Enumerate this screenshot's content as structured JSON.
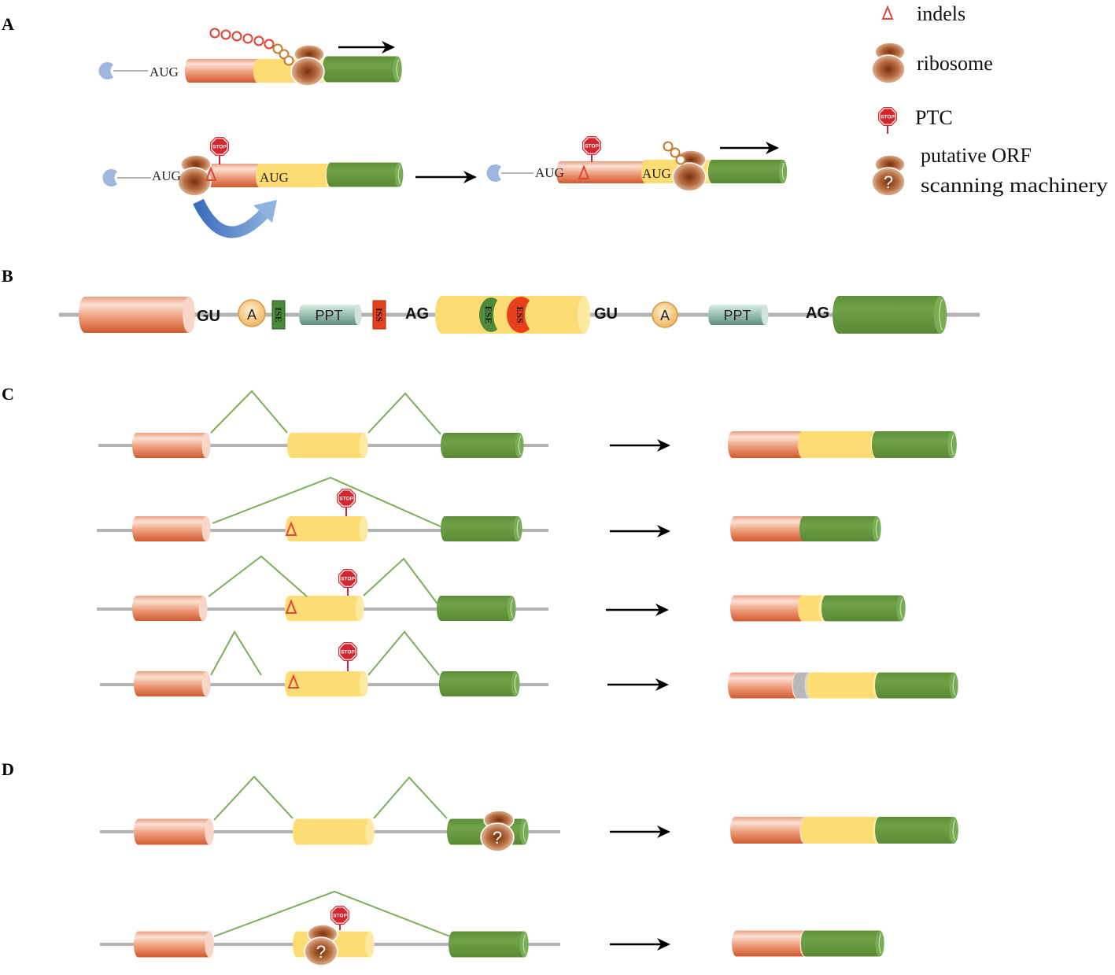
{
  "figure": {
    "panel_labels": {
      "a": "A",
      "b": "B",
      "c": "C",
      "d": "D"
    }
  },
  "panel_a": {
    "start_codon": "AUG"
  },
  "symbols": {
    "stop": "STOP",
    "unknown": "?"
  },
  "legend": {
    "indels": "indels",
    "ribosome": "ribosome",
    "ptc": "PTC",
    "scanning_line_1": "putative ORF",
    "scanning_line_2": "scanning machinery"
  },
  "panel_b": {
    "donor_site": "GU",
    "branch_point": "A",
    "intronic_enhancer": "ISE",
    "polypyrimidine_tract": "PPT",
    "intronic_silencer": "ISS",
    "acceptor_site": "AG",
    "exonic_enhancer": "ESE",
    "exonic_silencer": "ESS"
  },
  "colors": {
    "exon_upstream": "#e58a64",
    "exon_middle": "#fedc74",
    "exon_downstream": "#689a43",
    "intron_line": "#b3b3b3",
    "splice_line": "#7aae55",
    "stop_sign": "#d3262e",
    "indel": "#e0473c",
    "cap": "#9db7e0",
    "ise": "#4c8a3a",
    "iss": "#e8401c",
    "ese": "#4f8a3a",
    "ess": "#e8401c",
    "chain_red": "#e2402a",
    "chain_orange": "#c77a2c"
  }
}
